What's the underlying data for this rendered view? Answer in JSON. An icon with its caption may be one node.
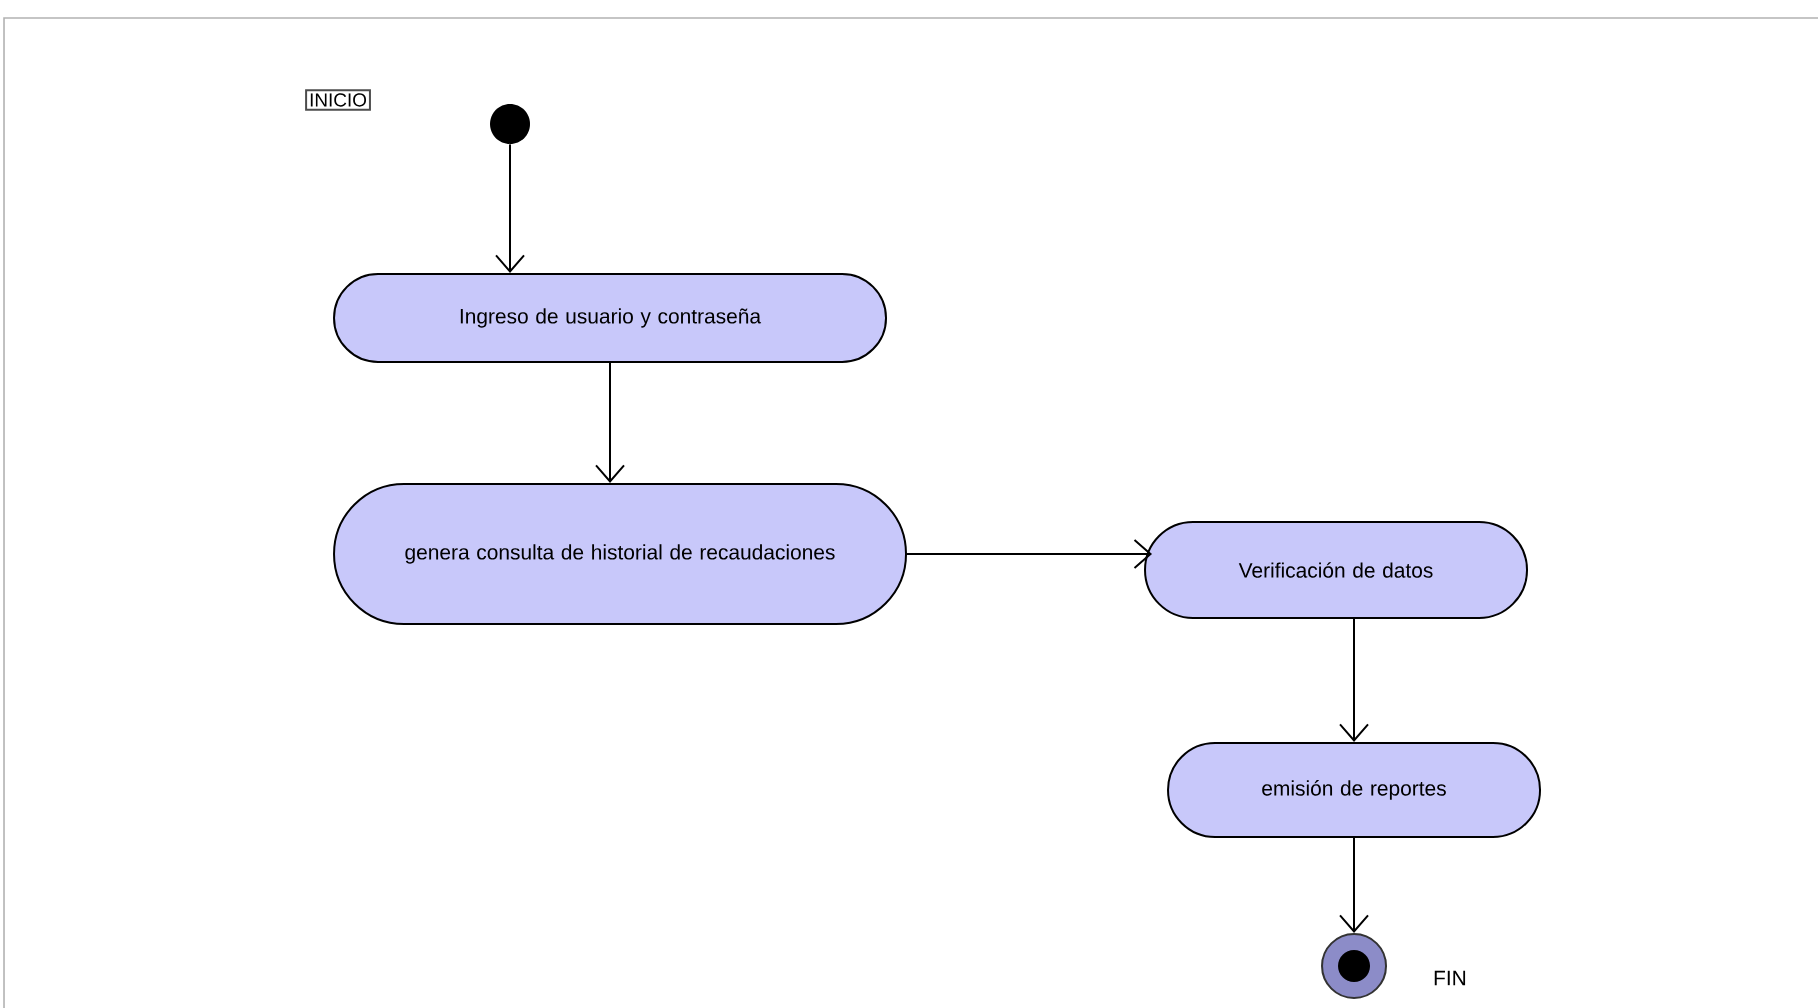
{
  "diagram": {
    "nodes": [
      {
        "text": [
          "INICIO"
        ]
      },
      {
        "text": [],
        "shape": "circle"
      },
      {
        "text": [
          "Ingreso de usuario y contraseña"
        ]
      },
      {
        "text": [
          "genera consulta de historial de recaudaciones"
        ]
      },
      {
        "text": [
          "Verificación de datos"
        ]
      },
      {
        "text": [
          "emisión de reportes"
        ]
      },
      {
        "text": [],
        "shape": "circle",
        "beside": [
          "FIN"
        ]
      }
    ],
    "edges": [
      {
        "from": 1,
        "to": 2,
        "arrow": "to"
      },
      {
        "from": 2,
        "to": 3,
        "arrow": "to"
      },
      {
        "from": 3,
        "to": 4,
        "arrow": "to"
      },
      {
        "from": 4,
        "to": 5,
        "arrow": "to"
      },
      {
        "from": 5,
        "to": 6,
        "arrow": "to"
      }
    ]
  }
}
